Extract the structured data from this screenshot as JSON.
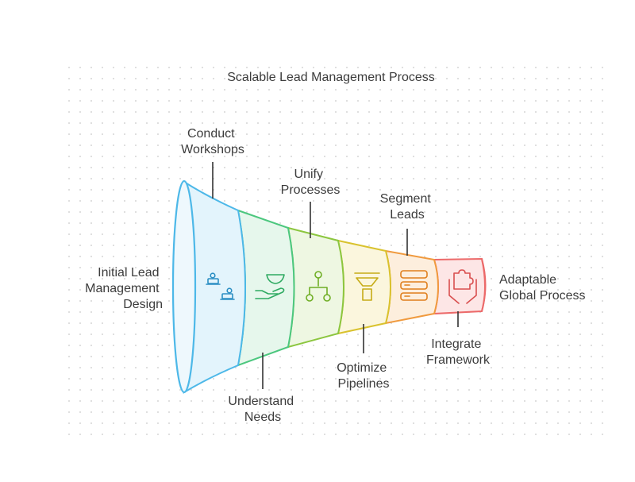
{
  "title": "Scalable Lead Management Process",
  "start_label": [
    "Initial Lead",
    "Management",
    "Design"
  ],
  "end_label": [
    "Adaptable",
    "Global Process"
  ],
  "stages": [
    {
      "label": [
        "Conduct",
        "Workshops"
      ],
      "icon": "people-at-laptops-icon",
      "color": "#4db8e8",
      "fill": "#e3f4fc"
    },
    {
      "label": [
        "Understand",
        "Needs"
      ],
      "icon": "hand-holding-bowl-icon",
      "color": "#4cc77e",
      "fill": "#e6f7ec"
    },
    {
      "label": [
        "Unify",
        "Processes"
      ],
      "icon": "hierarchy-nodes-icon",
      "color": "#8cc63f",
      "fill": "#eef7e2"
    },
    {
      "label": [
        "Optimize",
        "Pipelines"
      ],
      "icon": "filter-funnel-icon",
      "color": "#d9c22e",
      "fill": "#fbf6dd"
    },
    {
      "label": [
        "Segment",
        "Leads"
      ],
      "icon": "segmented-list-icon",
      "color": "#f09a3e",
      "fill": "#fdeedd"
    },
    {
      "label": [
        "Integrate",
        "Framework"
      ],
      "icon": "hands-puzzle-icon",
      "color": "#ec6a6a",
      "fill": "#fde6e6"
    }
  ]
}
